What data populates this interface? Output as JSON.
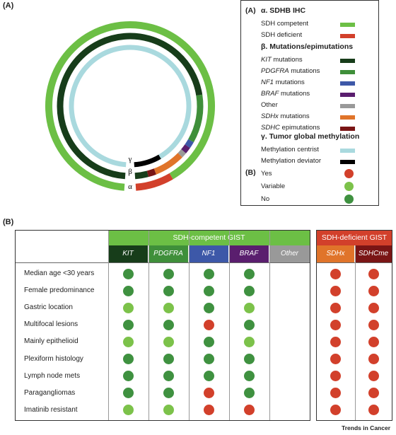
{
  "panels": {
    "a_label": "(A)",
    "b_label": "(B)"
  },
  "rings": {
    "alpha_label": "α",
    "beta_label": "β",
    "gamma_label": "γ",
    "alpha_segments": [
      {
        "fraction": 0.925,
        "color": "#6cbf45"
      },
      {
        "fraction": 0.075,
        "color": "#d2402b"
      }
    ],
    "beta_segments": [
      {
        "fraction": 0.73,
        "color": "#173d1a"
      },
      {
        "fraction": 0.11,
        "color": "#3f8f3a"
      },
      {
        "fraction": 0.015,
        "color": "#3d58a8"
      },
      {
        "fraction": 0.015,
        "color": "#5a1e6e"
      },
      {
        "fraction": 0.012,
        "color": "#999999"
      },
      {
        "fraction": 0.07,
        "color": "#e0742a"
      },
      {
        "fraction": 0.018,
        "color": "#7a1515"
      },
      {
        "fraction": 0.03,
        "color": "#173d1a"
      }
    ],
    "gamma_segments": [
      {
        "fraction": 0.925,
        "color": "#a9d9de"
      },
      {
        "fraction": 0.075,
        "color": "#000000"
      }
    ]
  },
  "legend": {
    "a_label": "(A)",
    "alpha_title": "α. SDHB IHC",
    "alpha_items": [
      {
        "label": "SDH competent",
        "color": "#6cbf45"
      },
      {
        "label": "SDH deficient",
        "color": "#d2402b"
      }
    ],
    "beta_title": "β. Mutations/epimutations",
    "beta_items": [
      {
        "italic": "KIT",
        "rest": " mutations",
        "color": "#173d1a"
      },
      {
        "italic": "PDGFRA",
        "rest": " mutations",
        "color": "#3f8f3a"
      },
      {
        "italic": "NF1",
        "rest": " mutations",
        "color": "#3d58a8"
      },
      {
        "italic": "BRAF",
        "rest": " mutations",
        "color": "#5a1e6e"
      },
      {
        "italic": "",
        "rest": "Other",
        "color": "#999999"
      },
      {
        "italic": "SDHx",
        "rest": " mutations",
        "color": "#e0742a"
      },
      {
        "italic": "SDHC",
        "rest": " epimutations",
        "color": "#7a1515"
      }
    ],
    "gamma_title": "γ. Tumor global methylation",
    "gamma_items": [
      {
        "label": "Methylation centrist",
        "color": "#a9d9de"
      },
      {
        "label": "Methylation deviator",
        "color": "#000000"
      }
    ],
    "b_label": "(B)",
    "b_items": [
      {
        "label": "Yes",
        "color": "#d2402b"
      },
      {
        "label": "Variable",
        "color": "#7cc24a"
      },
      {
        "label": "No",
        "color": "#3f9140"
      }
    ]
  },
  "table": {
    "competent_title": "SDH-competent GIST",
    "deficient_title": "SDH-deficient GIST",
    "competent_cols": [
      {
        "label": "KIT",
        "color": "#173d1a"
      },
      {
        "label": "PDGFRA",
        "color": "#3f8f3a"
      },
      {
        "label": "NF1",
        "color": "#3d58a8"
      },
      {
        "label": "BRAF",
        "color": "#5a1e6e"
      },
      {
        "label": "Other",
        "color": "#999999"
      }
    ],
    "deficient_cols": [
      {
        "label": "SDHx",
        "color": "#e0742a"
      },
      {
        "label": "SDHCme",
        "color": "#7a1515"
      }
    ],
    "rows": [
      {
        "label": "Median age <30 years",
        "values": [
          "no",
          "no",
          "no",
          "no",
          "",
          "yes",
          "yes"
        ]
      },
      {
        "label": "Female predominance",
        "values": [
          "no",
          "no",
          "no",
          "no",
          "",
          "yes",
          "yes"
        ]
      },
      {
        "label": "Gastric location",
        "values": [
          "variable",
          "variable",
          "no",
          "variable",
          "",
          "yes",
          "yes"
        ]
      },
      {
        "label": "Multifocal lesions",
        "values": [
          "no",
          "no",
          "yes",
          "no",
          "",
          "yes",
          "yes"
        ]
      },
      {
        "label": "Mainly epithelioid",
        "values": [
          "variable",
          "variable",
          "no",
          "variable",
          "",
          "yes",
          "yes"
        ]
      },
      {
        "label": "Plexiform histology",
        "values": [
          "no",
          "no",
          "no",
          "no",
          "",
          "yes",
          "yes"
        ]
      },
      {
        "label": "Lymph node mets",
        "values": [
          "no",
          "no",
          "no",
          "no",
          "",
          "yes",
          "yes"
        ]
      },
      {
        "label": "Paragangliomas",
        "values": [
          "no",
          "no",
          "yes",
          "no",
          "",
          "yes",
          "yes"
        ]
      },
      {
        "label": "Imatinib resistant",
        "values": [
          "variable",
          "variable",
          "yes",
          "yes",
          "",
          "yes",
          "yes"
        ]
      }
    ]
  },
  "status_colors": {
    "yes": "#d2402b",
    "variable": "#7cc24a",
    "no": "#3f9140"
  },
  "footer": {
    "source": "Trends in Cancer"
  }
}
